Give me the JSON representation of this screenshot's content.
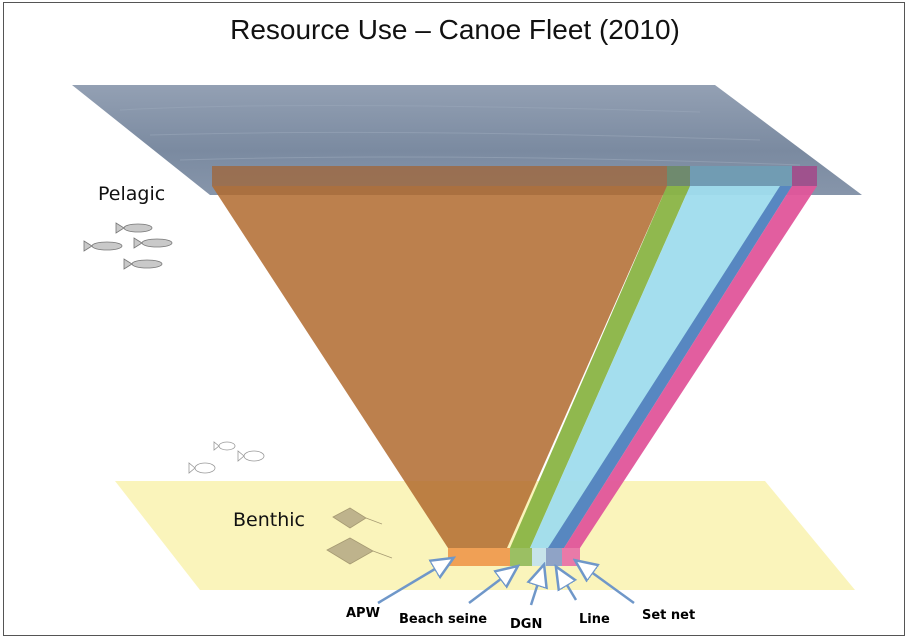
{
  "title": "Resource Use – Canoe Fleet (2010)",
  "zones": {
    "pelagic": "Pelagic",
    "benthic": "Benthic"
  },
  "gears": [
    {
      "label": "APW",
      "color": "#b06a2e"
    },
    {
      "label": "Beach seine",
      "color": "#8ab445"
    },
    {
      "label": "DGN",
      "color": "#a8dce8"
    },
    {
      "label": "Line",
      "color": "#4a78b8"
    },
    {
      "label": "Set net",
      "color": "#e0559a"
    }
  ],
  "colors": {
    "sea_surface": "#7f8fa6",
    "sea_floor": "#faf3b4",
    "arrow": "#6f97c9"
  },
  "icons": [
    "pelagic-fish-icon",
    "demersal-fish-icon",
    "ray-icon"
  ]
}
